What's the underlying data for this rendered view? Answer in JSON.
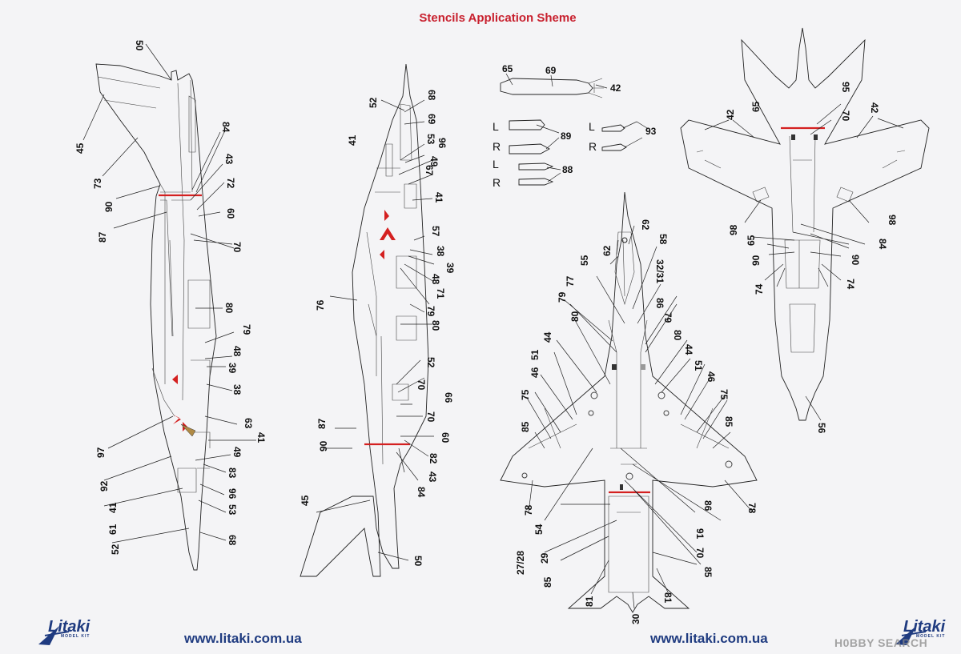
{
  "title": "Stencils  Application Sheme",
  "colors": {
    "title": "#c8202e",
    "url": "#1f3b80",
    "stencil_red": "#d42020",
    "line": "#222222"
  },
  "footer": {
    "url_left": "www.litaki.com.ua",
    "url_right": "www.litaki.com.ua",
    "logo_text": "Litaki",
    "logo_sub": "MODEL KIT",
    "watermark": "H0BBY SEARCH"
  },
  "stores_labels": {
    "left": "L",
    "right": "R"
  },
  "views": {
    "left_side": {
      "callouts": [
        "50",
        "45",
        "73",
        "90",
        "87",
        "84",
        "43",
        "72",
        "60",
        "70",
        "80",
        "79",
        "48",
        "39",
        "38",
        "63",
        "41",
        "97",
        "92",
        "49",
        "83",
        "96",
        "53",
        "41",
        "61",
        "52",
        "68"
      ]
    },
    "right_side": {
      "callouts": [
        "52",
        "68",
        "69",
        "53",
        "96",
        "41",
        "49",
        "67",
        "41",
        "57",
        "38",
        "39",
        "48",
        "71",
        "76",
        "79",
        "80",
        "52",
        "70",
        "66",
        "70",
        "87",
        "60",
        "90",
        "82",
        "43",
        "84",
        "45",
        "50"
      ]
    },
    "stores": {
      "callouts": [
        "65",
        "69",
        "42",
        "89",
        "93",
        "88"
      ]
    },
    "underside": {
      "callouts": [
        "62",
        "55",
        "62",
        "58",
        "77",
        "32/31",
        "79",
        "86",
        "80",
        "79",
        "44",
        "80",
        "51",
        "44",
        "46",
        "51",
        "75",
        "46",
        "75",
        "85",
        "85",
        "78",
        "54",
        "86",
        "78",
        "27/28",
        "29",
        "91",
        "70",
        "85",
        "85",
        "81",
        "81",
        "30"
      ]
    },
    "top": {
      "callouts": [
        "95",
        "42",
        "65",
        "70",
        "42",
        "98",
        "84",
        "98",
        "65",
        "90",
        "90",
        "74",
        "74",
        "56"
      ]
    }
  }
}
